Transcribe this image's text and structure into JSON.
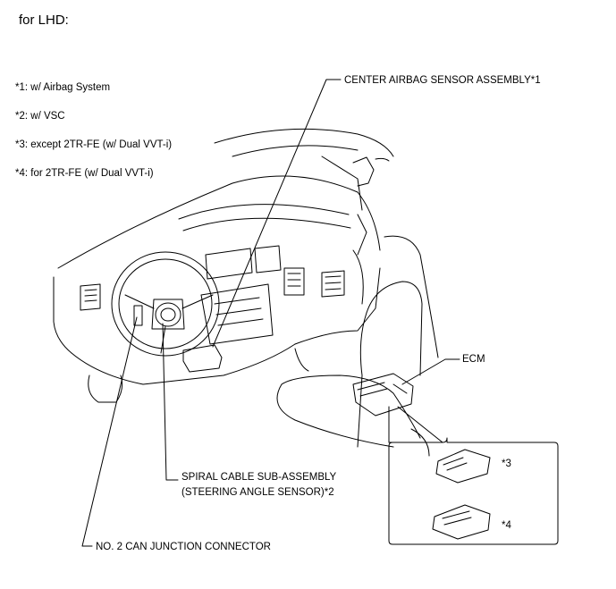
{
  "heading": "for LHD:",
  "notes": [
    "*1: w/ Airbag System",
    "*2: w/ VSC",
    "*3: except 2TR-FE (w/ Dual VVT-i)",
    "*4: for 2TR-FE (w/ Dual VVT-i)"
  ],
  "labels": {
    "center_airbag_sensor": "CENTER AIRBAG SENSOR ASSEMBLY*1",
    "ecm": "ECM",
    "spiral_cable_line1": "SPIRAL CABLE SUB-ASSEMBLY",
    "spiral_cable_line2": "(STEERING ANGLE SENSOR)*2",
    "can_junction": "NO. 2 CAN JUNCTION CONNECTOR",
    "ecm_variant_3": "*3",
    "ecm_variant_4": "*4"
  }
}
